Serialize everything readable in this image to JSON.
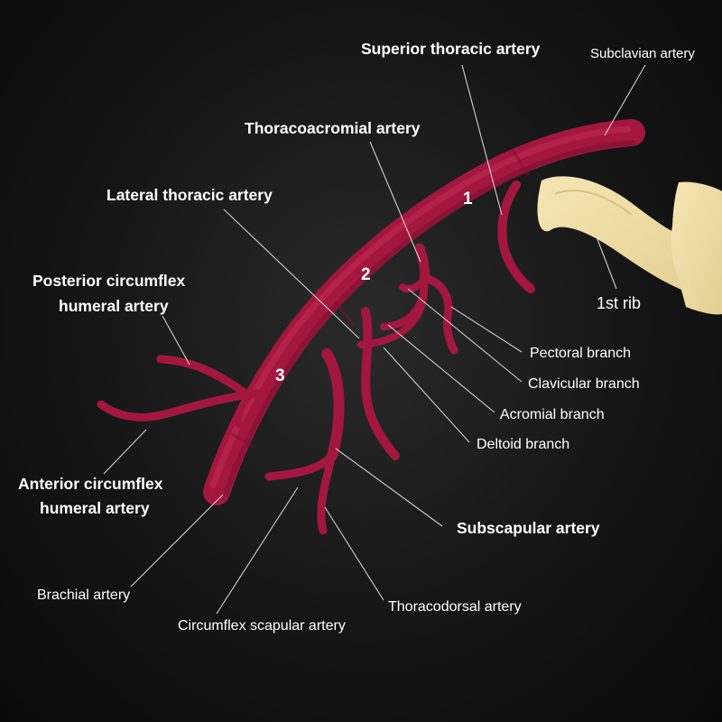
{
  "labels": {
    "superior_thoracic": "Superior thoracic artery",
    "subclavian": "Subclavian artery",
    "thoracoacromial": "Thoracoacromial artery",
    "lateral_thoracic": "Lateral thoracic artery",
    "posterior_circumflex_line1": "Posterior circumflex",
    "posterior_circumflex_line2": "humeral artery",
    "first_rib": "1st rib",
    "pectoral_branch": "Pectoral branch",
    "clavicular_branch": "Clavicular branch",
    "acromial_branch": "Acromial branch",
    "deltoid_branch": "Deltoid branch",
    "anterior_circumflex_line1": "Anterior circumflex",
    "anterior_circumflex_line2": "humeral artery",
    "subscapular": "Subscapular artery",
    "brachial": "Brachial artery",
    "thoracodorsal": "Thoracodorsal artery",
    "circumflex_scapular": "Circumflex scapular artery"
  },
  "segments": {
    "first": "1",
    "second": "2",
    "third": "3"
  },
  "colors": {
    "artery": "#a3173f",
    "artery_highlight": "#c92a55",
    "artery_shadow": "#7a0f2e",
    "bone": "#f0dfa5",
    "bone_shadow": "#d9c489",
    "leader_line": "#cfcfcf",
    "text": "#ffffff"
  }
}
